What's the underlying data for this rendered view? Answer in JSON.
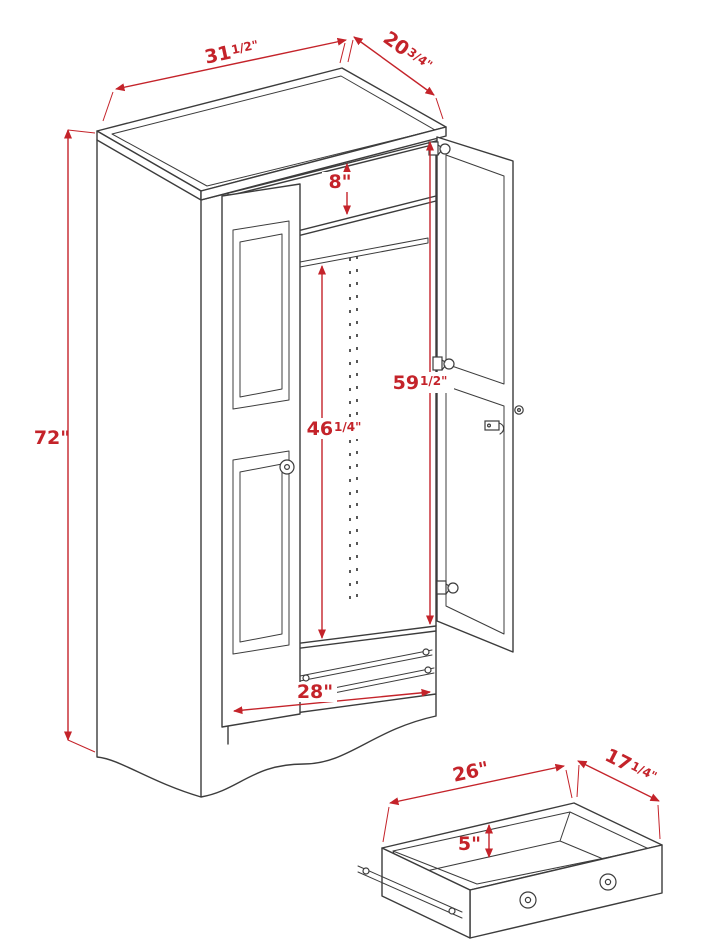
{
  "diagram": {
    "accent_color": "#c4232a",
    "line_color": "#3c3c3c",
    "background_color": "#ffffff",
    "dimensions": {
      "height": {
        "main": "72\"",
        "frac": ""
      },
      "top_width": {
        "main": "31",
        "frac": "1/2\""
      },
      "top_depth": {
        "main": "20",
        "frac": "3/4\""
      },
      "top_shelf_gap": {
        "main": "8\"",
        "frac": ""
      },
      "interior_height": {
        "main": "59",
        "frac": "1/2\""
      },
      "hanging_height": {
        "main": "46",
        "frac": "1/4\""
      },
      "interior_width": {
        "main": "28\"",
        "frac": ""
      },
      "drawer_width": {
        "main": "26\"",
        "frac": ""
      },
      "drawer_depth": {
        "main": "17",
        "frac": "1/4\""
      },
      "drawer_height": {
        "main": "5\"",
        "frac": ""
      }
    }
  }
}
